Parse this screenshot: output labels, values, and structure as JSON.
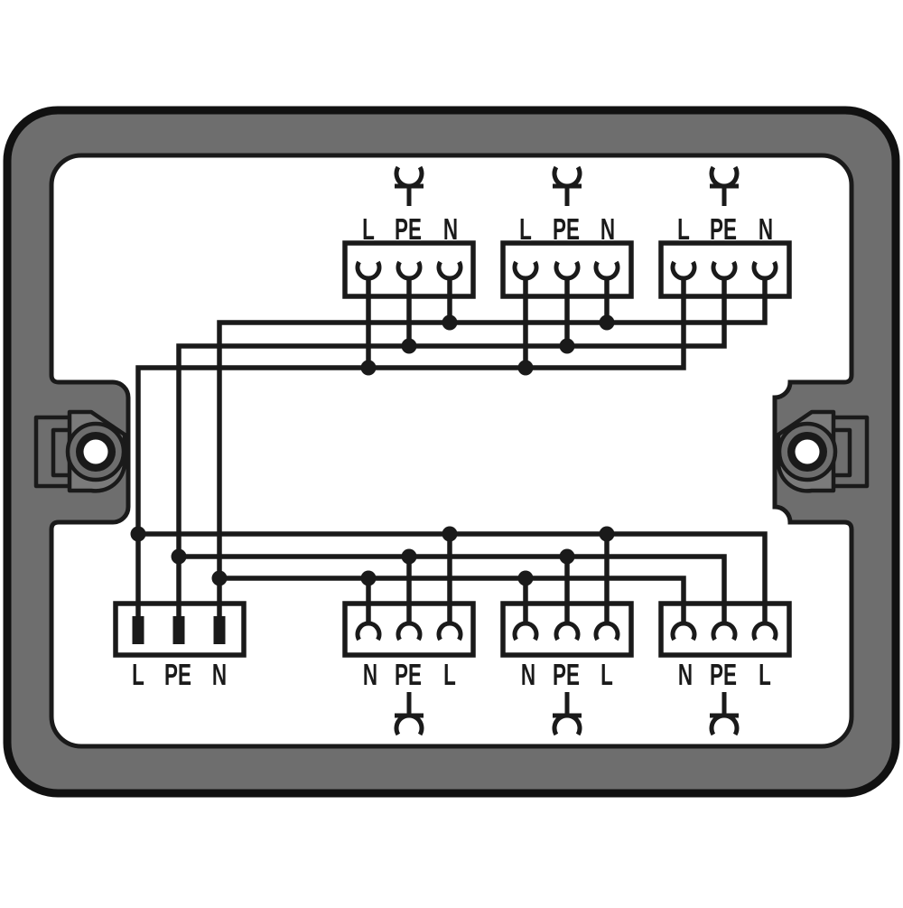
{
  "diagram": {
    "kind": "distribution-box wiring diagram",
    "colors": {
      "housing_gray": "#6e6e6e",
      "lug_plate_gray": "#7b7b7b",
      "line_black": "#1a1a1a",
      "background_white": "#ffffff"
    },
    "supply_block": {
      "position": "bottom-left",
      "labels": [
        "L",
        "PE",
        "N"
      ]
    },
    "top_blocks": [
      {
        "labels": [
          "L",
          "PE",
          "N"
        ]
      },
      {
        "labels": [
          "L",
          "PE",
          "N"
        ]
      },
      {
        "labels": [
          "L",
          "PE",
          "N"
        ]
      }
    ],
    "bottom_blocks": [
      {
        "labels": [
          "N",
          "PE",
          "L"
        ]
      },
      {
        "labels": [
          "N",
          "PE",
          "L"
        ]
      },
      {
        "labels": [
          "N",
          "PE",
          "L"
        ]
      }
    ]
  }
}
